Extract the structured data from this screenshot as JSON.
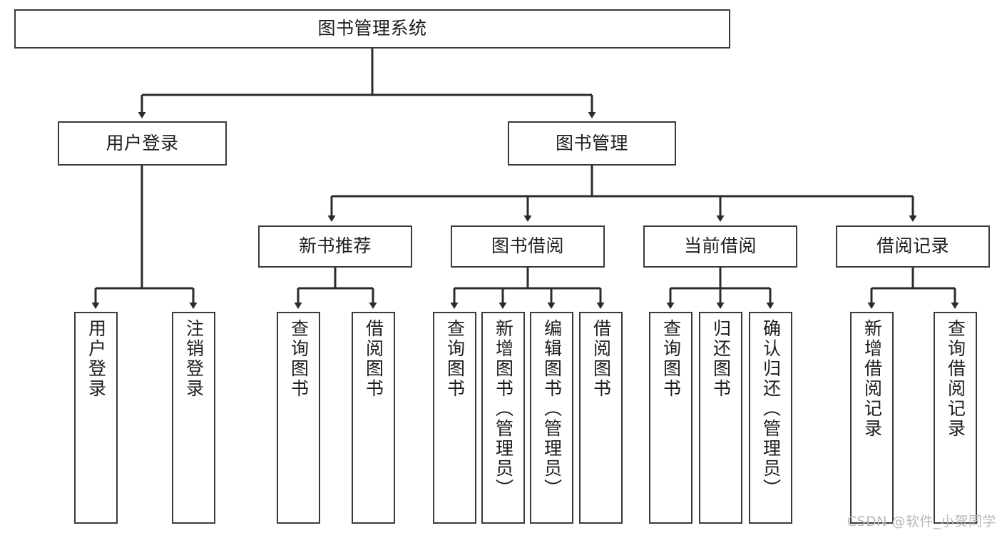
{
  "diagram": {
    "type": "tree-hierarchy",
    "title": "图书管理系统",
    "watermark": "CSDN @软件_小贺同学",
    "colors": {
      "box_border": "#3a3a3a",
      "box_fill": "#ffffff",
      "connector": "#2b2b2b",
      "text": "#1d1d1d",
      "watermark": "#b9b9b9",
      "background": "#ffffff"
    },
    "root": {
      "id": "root",
      "label": "图书管理系统"
    },
    "level1": [
      {
        "id": "user-login",
        "label": "用户登录"
      },
      {
        "id": "book-manage",
        "label": "图书管理"
      }
    ],
    "level2": [
      {
        "id": "new-book-rec",
        "label": "新书推荐",
        "parent": "book-manage"
      },
      {
        "id": "book-borrow",
        "label": "图书借阅",
        "parent": "book-manage"
      },
      {
        "id": "current-borrow",
        "label": "当前借阅",
        "parent": "book-manage"
      },
      {
        "id": "borrow-record",
        "label": "借阅记录",
        "parent": "book-manage"
      }
    ],
    "leaves": [
      {
        "id": "leaf-user-login",
        "label": "用户登录",
        "parent": "user-login"
      },
      {
        "id": "leaf-user-logout",
        "label": "注销登录",
        "parent": "user-login"
      },
      {
        "id": "leaf-query-book-1",
        "label": "查询图书",
        "parent": "new-book-rec"
      },
      {
        "id": "leaf-borrow-book-1",
        "label": "借阅图书",
        "parent": "new-book-rec"
      },
      {
        "id": "leaf-query-book-2",
        "label": "查询图书",
        "parent": "book-borrow"
      },
      {
        "id": "leaf-add-book",
        "label": "新增图书（管理员）",
        "parent": "book-borrow"
      },
      {
        "id": "leaf-edit-book",
        "label": "编辑图书（管理员）",
        "parent": "book-borrow"
      },
      {
        "id": "leaf-borrow-book-2",
        "label": "借阅图书",
        "parent": "book-borrow"
      },
      {
        "id": "leaf-query-book-3",
        "label": "查询图书",
        "parent": "current-borrow"
      },
      {
        "id": "leaf-return-book",
        "label": "归还图书",
        "parent": "current-borrow"
      },
      {
        "id": "leaf-confirm-return",
        "label": "确认归还（管理员）",
        "parent": "current-borrow"
      },
      {
        "id": "leaf-add-record",
        "label": "新增借阅记录",
        "parent": "borrow-record"
      },
      {
        "id": "leaf-query-record",
        "label": "查询借阅记录",
        "parent": "borrow-record"
      }
    ]
  }
}
